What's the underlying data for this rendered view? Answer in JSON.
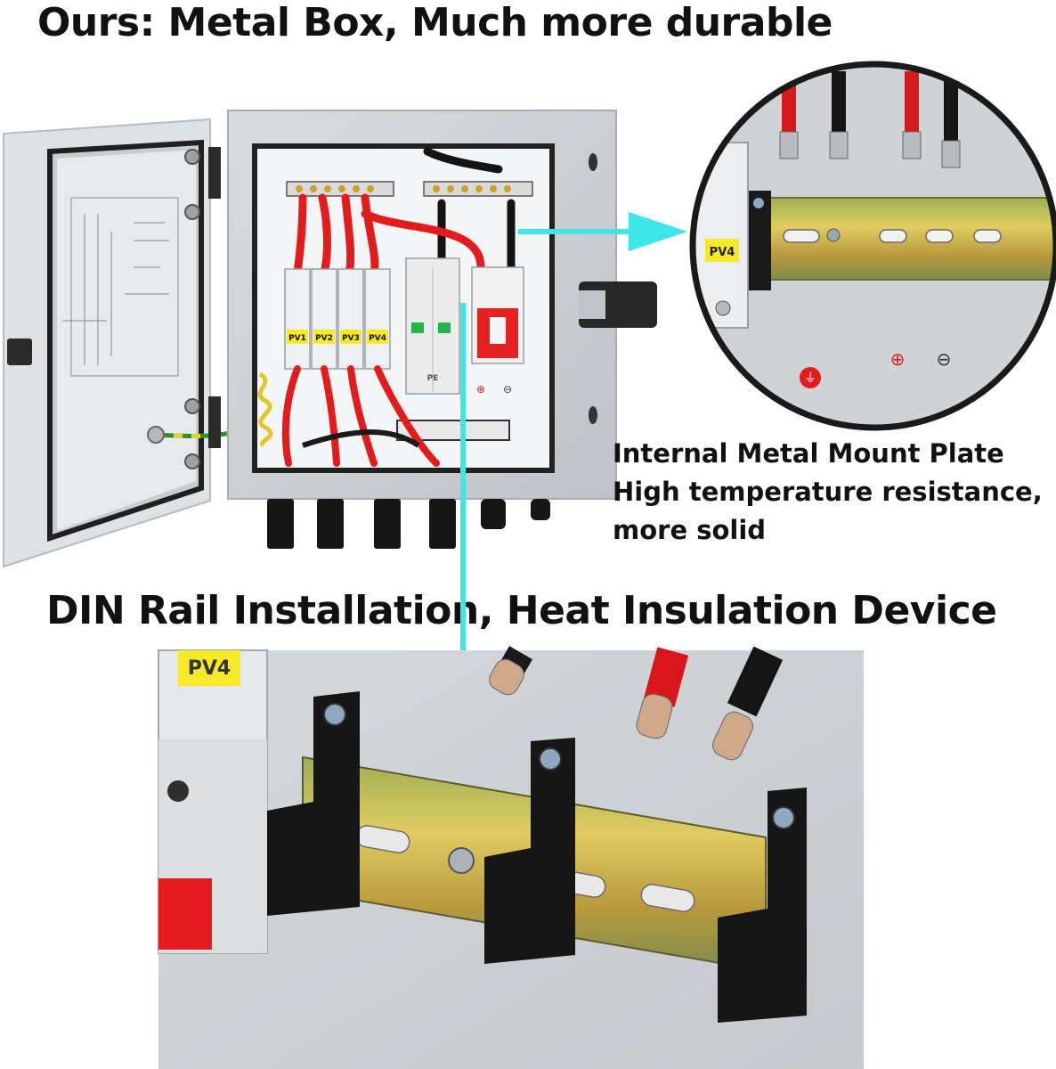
{
  "headline_top": "Ours: Metal Box, Much more durable",
  "headline_middle": "DIN Rail Installation, Heat Insulation Device",
  "caption": {
    "line1": "Internal Metal Mount Plate",
    "line2": "High temperature resistance,",
    "line3": "more solid"
  },
  "module_labels": {
    "pv1": "PV1",
    "pv2": "PV2",
    "pv3": "PV3",
    "pv4": "PV4",
    "zoom_pv4": "PV4",
    "bottom_pv4": "PV4",
    "pe": "PE"
  },
  "colors": {
    "arrow": "#3ee6e6",
    "enclosure": "#e4e6e8",
    "label_yellow": "#f5e92a",
    "wire_red": "#e21c1c",
    "wire_black": "#111111",
    "rail_brass": "#c9b34a"
  }
}
